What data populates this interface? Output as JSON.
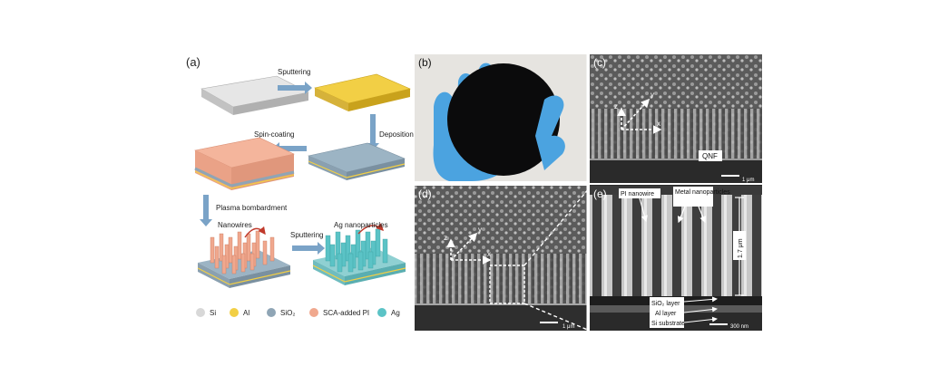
{
  "panels": {
    "a": {
      "label": "(a)",
      "steps": [
        "Sputtering",
        "Deposition",
        "Spin-coating",
        "Plasma bombardment",
        "Sputtering"
      ],
      "callouts": [
        "Nanowires",
        "Ag nanoparticles"
      ],
      "legend": [
        {
          "label": "Si",
          "color": "#d8d8d8"
        },
        {
          "label": "Al",
          "color": "#f2cf45"
        },
        {
          "label": "SiO₂",
          "color": "#8fa5b5"
        },
        {
          "label": "SCA-added PI",
          "color": "#f0a88e"
        },
        {
          "label": "Ag",
          "color": "#5bc3c6"
        }
      ]
    },
    "b": {
      "label": "(b)"
    },
    "c": {
      "label": "(c)",
      "axes": [
        "z",
        "y",
        "x"
      ],
      "tag": "QNF",
      "scale": "1 μm"
    },
    "d": {
      "label": "(d)",
      "axes": [
        "z",
        "y",
        "x"
      ],
      "scale": "1 μm"
    },
    "e": {
      "label": "(e)",
      "callouts": [
        "PI nanowire",
        "Metal nanoparticles",
        "SiO₂ layer",
        "Al layer",
        "Si substrate"
      ],
      "height": "1.7 μm",
      "scale": "300 nm"
    }
  },
  "colors": {
    "si": "#d8d8d8",
    "al": "#f2cf45",
    "sio2": "#8fa5b5",
    "pi": "#f0a88e",
    "ag": "#5bc3c6",
    "arrow": "#7aa3c7",
    "glove": "#4ba3e0"
  }
}
